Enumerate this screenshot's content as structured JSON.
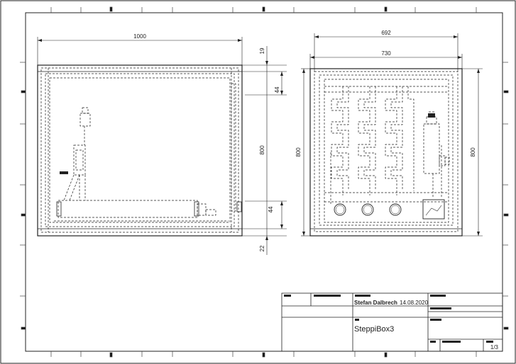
{
  "front_view": {
    "width_dim": "1000",
    "height_dim": "800",
    "top_offset_dim": "19",
    "upper_gap_dim": "44",
    "lower_gap_dim": "44",
    "bottom_offset_dim": "22"
  },
  "side_view": {
    "inner_width_dim": "692",
    "outer_width_dim": "730",
    "left_height_dim": "800",
    "right_height_dim": "800"
  },
  "title_block": {
    "author": "Stefan Dalbrech",
    "date": "14.08.2020",
    "drawing_name": "SteppiBox3",
    "sheet": "1/3"
  }
}
